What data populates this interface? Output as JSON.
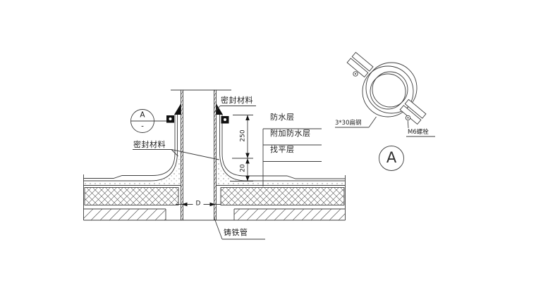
{
  "drawing": {
    "labels": {
      "seal_material_top": "密封材料",
      "seal_material_left": "密封材料",
      "waterproof_layer": "防水层",
      "additional_waterproof_layer": "附加防水层",
      "leveling_layer": "找平层",
      "cast_iron_pipe": "铸铁管",
      "flat_steel": "3*30扁钢",
      "m6_bolt": "M6螺栓"
    },
    "dimensions": {
      "upper_height": "250",
      "lower_height": "20",
      "pipe_diameter": "D"
    },
    "detail_bubble": {
      "letter": "A",
      "sheet": "-"
    },
    "detail_title": {
      "letter": "A"
    },
    "colors": {
      "line": "#3d3d3d",
      "solid_fill": "#111111",
      "background": "#ffffff"
    }
  }
}
